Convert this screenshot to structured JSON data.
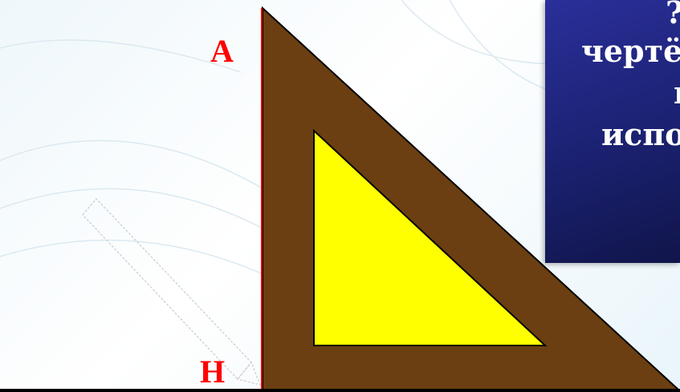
{
  "points": {
    "a": "А",
    "h": "Н"
  },
  "task_box": {
    "lines": [
      "?",
      "чертёжный",
      "при",
      "использ"
    ]
  },
  "colors": {
    "square_body": "#6b3f12",
    "square_inner": "#ffff00",
    "label": "#ff0000",
    "task_bg": "#1b2170",
    "perpendicular": "#ff0000"
  }
}
